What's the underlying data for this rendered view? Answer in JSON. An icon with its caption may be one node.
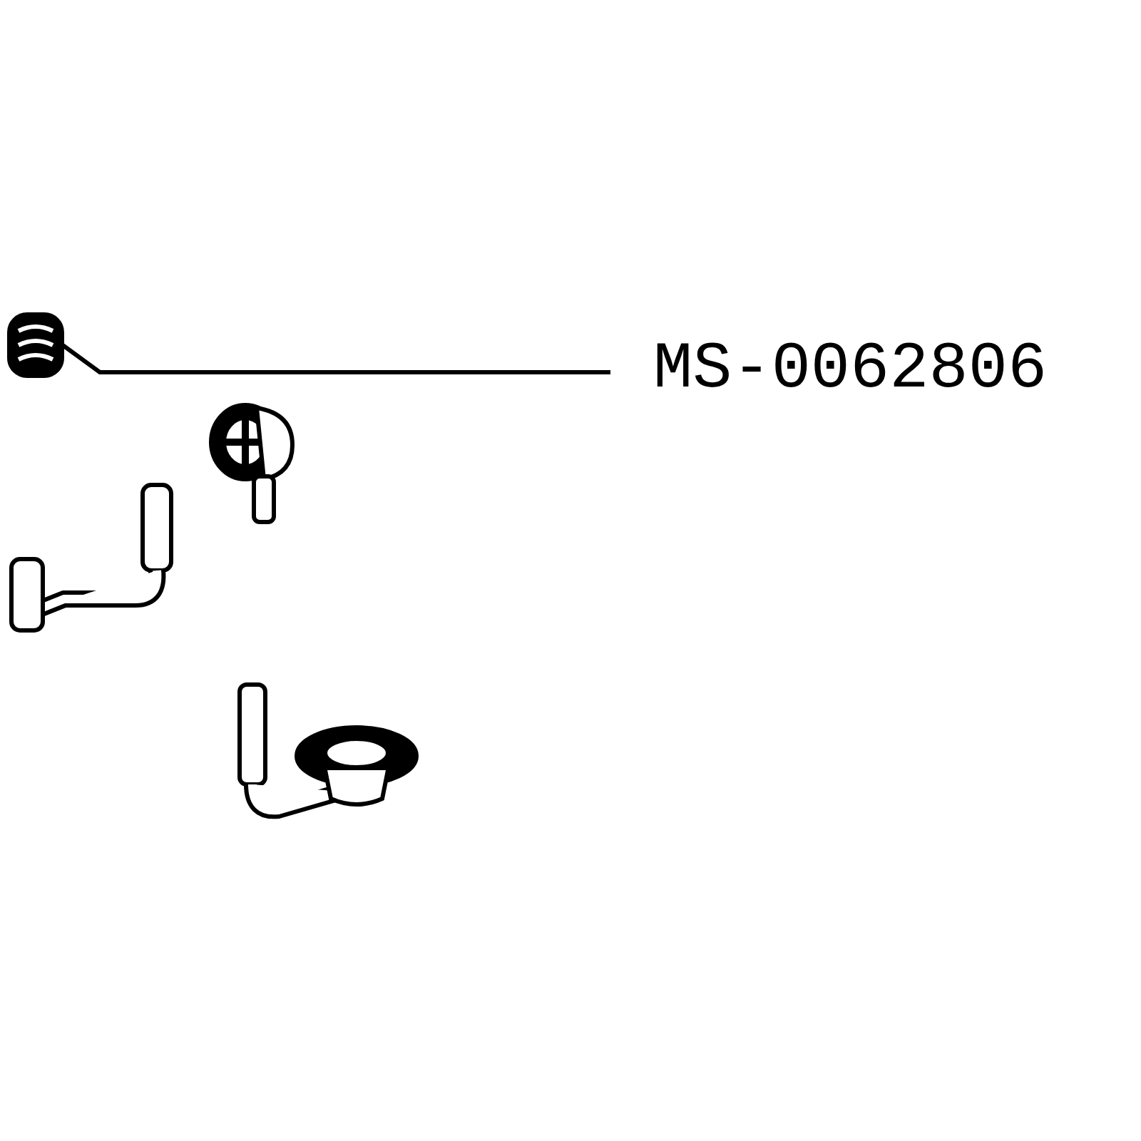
{
  "diagram": {
    "nodes": [
      {
        "text": [
          "MS-0062806"
        ]
      },
      {
        "text": [],
        "shape": "picture"
      }
    ],
    "edges": [
      {
        "from": 0,
        "to": 1,
        "arrow": "none"
      }
    ]
  }
}
